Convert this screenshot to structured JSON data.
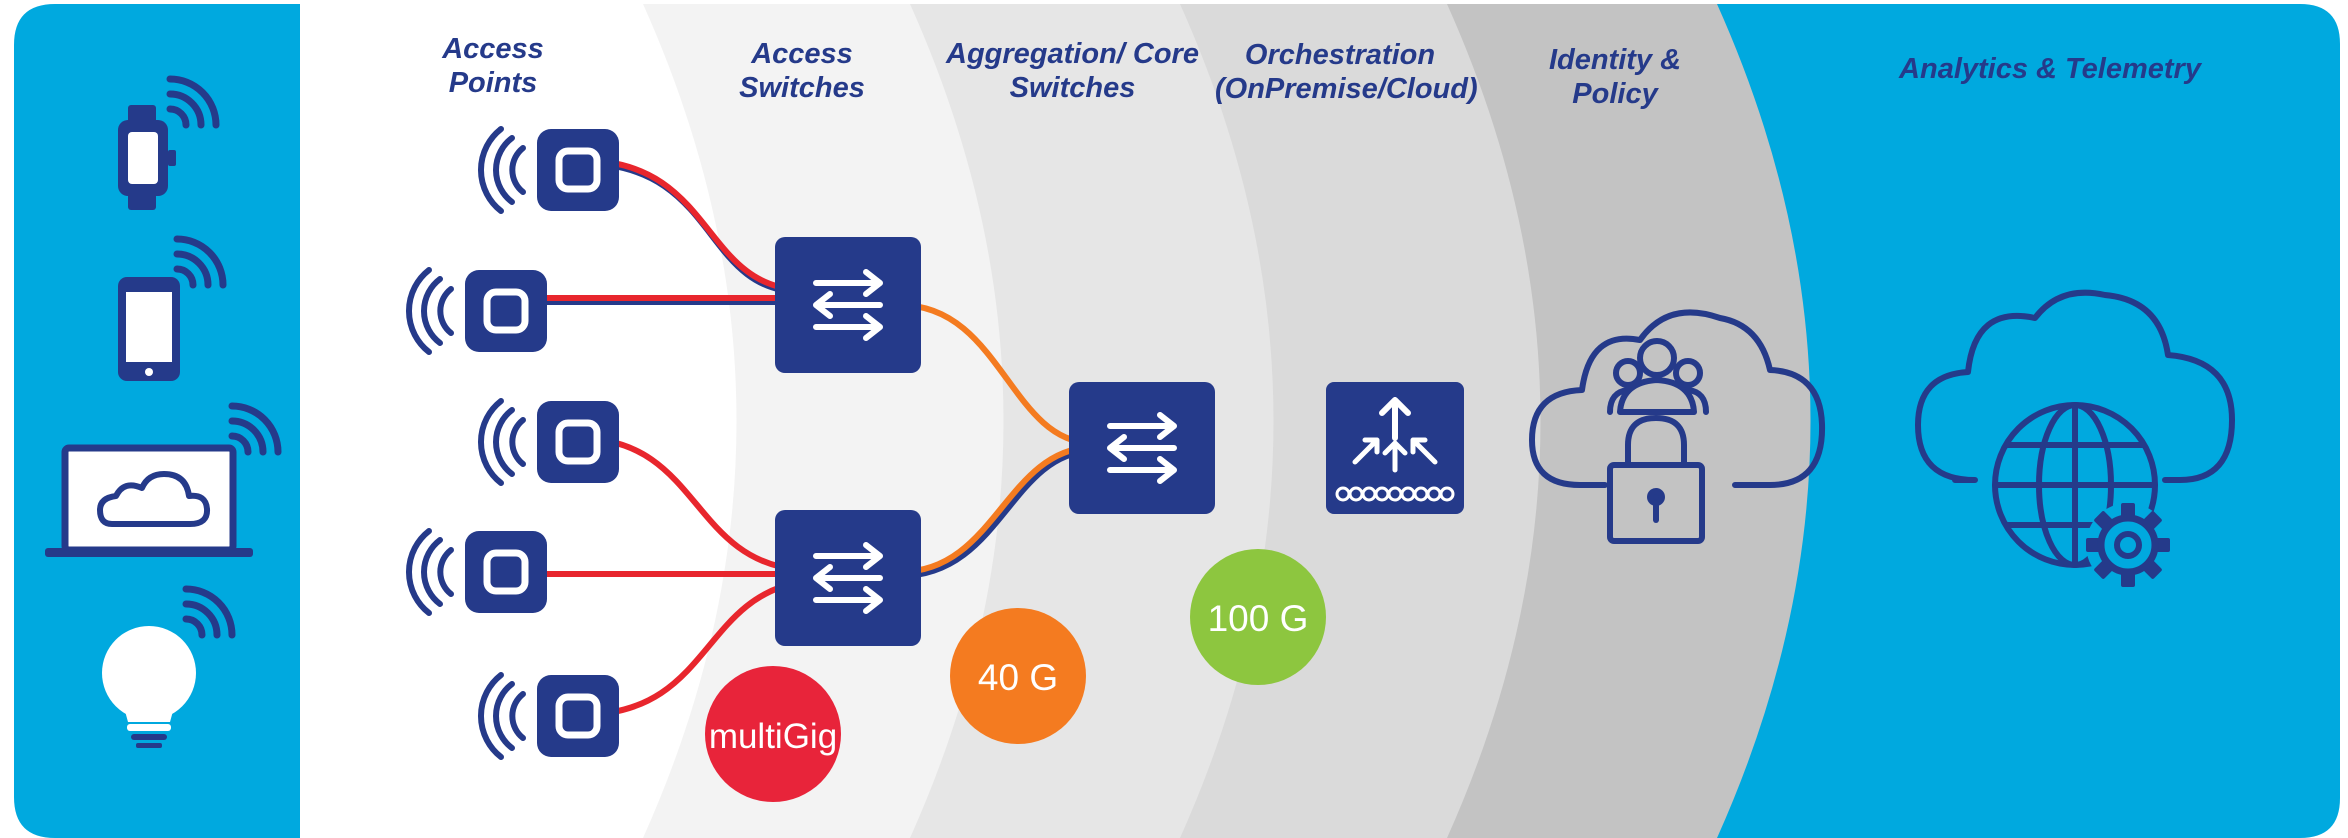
{
  "headers": {
    "access_points": [
      "Access",
      "Points"
    ],
    "access_switches": [
      "Access",
      "Switches"
    ],
    "aggregation": [
      "Aggregation/ Core",
      "Switches"
    ],
    "orchestration": [
      "Orchestration",
      "(OnPremise/Cloud)"
    ],
    "identity": [
      "Identity &",
      "Policy"
    ],
    "analytics": [
      "Analytics & Telemetry"
    ]
  },
  "badges": {
    "multigig": "multiGig",
    "forty": "40 G",
    "hundred": "100 G"
  },
  "colors": {
    "sky_blue": "#00a9df",
    "navy": "#253a8a",
    "link_red": "#e8262d",
    "link_orange": "#f47b20",
    "badge_red": "#e8243a",
    "badge_orange": "#f47b20",
    "badge_green": "#8dc63f"
  },
  "icons": {
    "devices": [
      "smartwatch-icon",
      "smartphone-icon",
      "laptop-cloud-icon",
      "lightbulb-icon"
    ],
    "access_point": "access-point-icon",
    "switch": "switch-arrows-icon",
    "orchestration": "router-arrows-icon",
    "identity": "cloud-users-lock-icon",
    "analytics": "cloud-globe-gear-icon"
  }
}
